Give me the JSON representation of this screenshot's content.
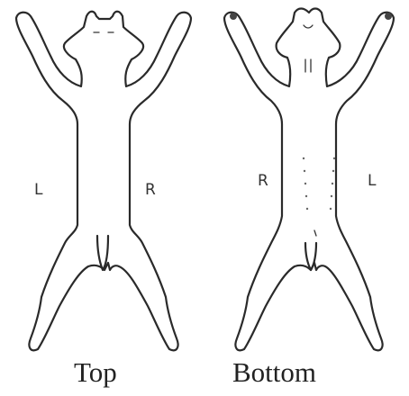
{
  "views": {
    "top": {
      "caption": "Top",
      "left_side_label": "L",
      "right_side_label": "R"
    },
    "bottom": {
      "caption": "Bottom",
      "left_side_label": "R",
      "right_side_label": "L"
    }
  },
  "colors": {
    "outline": "#2a2a2a",
    "background": "#ffffff"
  }
}
